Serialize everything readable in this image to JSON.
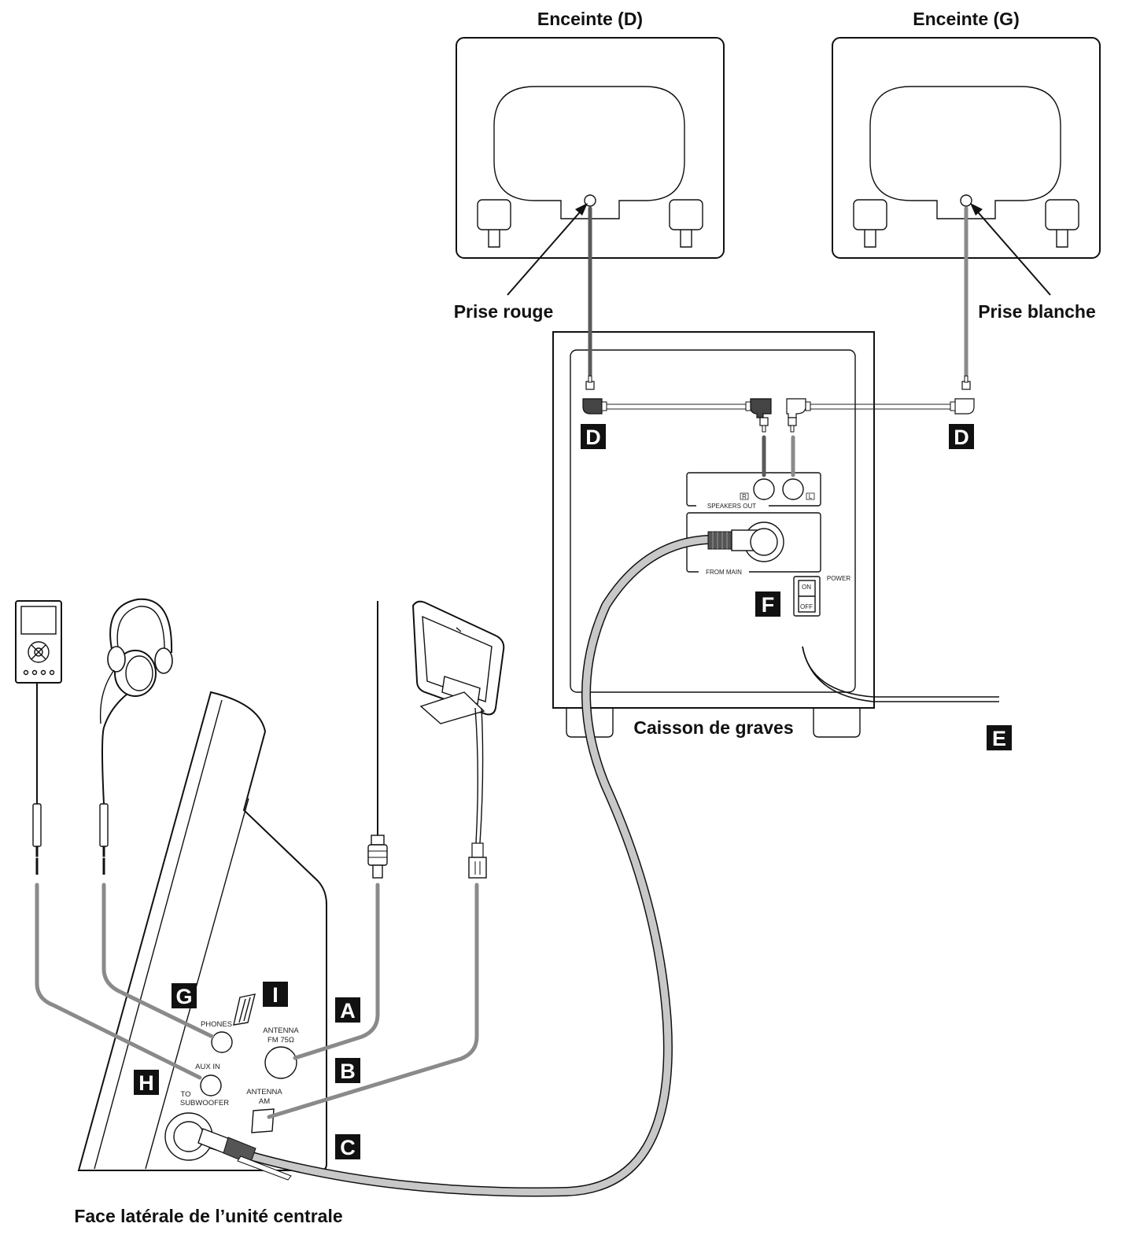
{
  "labels": {
    "speaker_right": "Enceinte (D)",
    "speaker_left": "Enceinte (G)",
    "plug_red": "Prise rouge",
    "plug_white": "Prise blanche",
    "subwoofer": "Caisson de graves",
    "main_unit_side": "Face latérale de l’unité centrale"
  },
  "panel_text": {
    "speakers_out": "SPEAKERS OUT",
    "r": "R",
    "l": "L",
    "from_main": "FROM MAIN",
    "power": "POWER",
    "on": "ON",
    "off": "OFF",
    "phones": "PHONES",
    "antenna_fm_1": "ANTENNA",
    "antenna_fm_2": "FM 75Ω",
    "aux_in": "AUX IN",
    "to_sub_1": "TO",
    "to_sub_2": "SUBWOOFER",
    "antenna_am_1": "ANTENNA",
    "antenna_am_2": "AM"
  },
  "badges": {
    "a": "A",
    "b": "B",
    "c": "C",
    "d1": "D",
    "d2": "D",
    "e": "E",
    "f": "F",
    "g": "G",
    "h": "H",
    "i": "I"
  },
  "colors": {
    "cable_grey": "#8a8a8a",
    "cable_dark": "#5a5a5a",
    "line": "#111111",
    "badge": "#111111"
  }
}
